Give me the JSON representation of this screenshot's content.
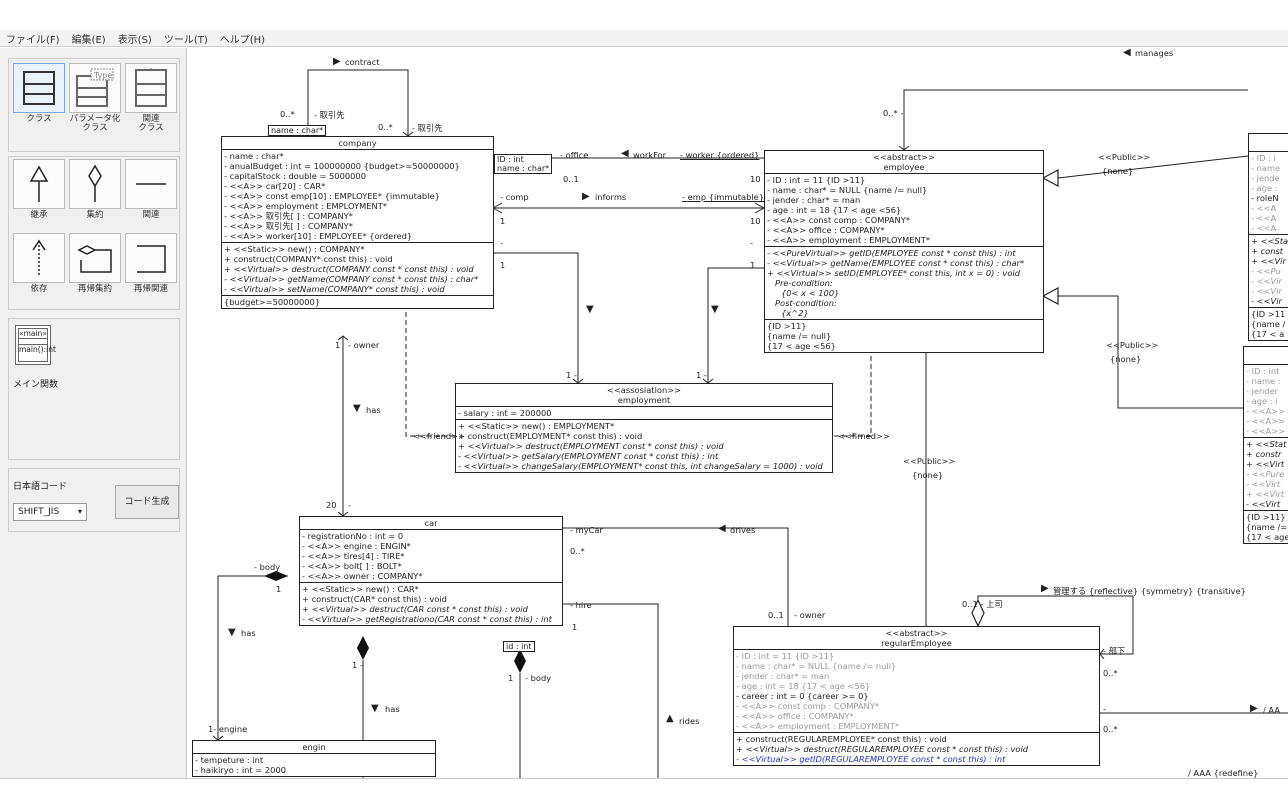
{
  "menu": [
    "ファイル(F)",
    "編集(E)",
    "表示(S)",
    "ツール(T)",
    "ヘルプ(H)"
  ],
  "palette": {
    "class_tools": [
      {
        "label": "クラス",
        "icon": "class-icon"
      },
      {
        "label": "パラメータ化\nクラス",
        "icon": "parameterized-class-icon",
        "type_tag": "Type"
      },
      {
        "label": "関連\nクラス",
        "icon": "association-class-icon"
      }
    ],
    "rel_tools": [
      {
        "label": "継承",
        "icon": "inheritance-icon"
      },
      {
        "label": "集約",
        "icon": "aggregation-icon"
      },
      {
        "label": "関連",
        "icon": "association-icon"
      },
      {
        "label": "依存",
        "icon": "dependency-icon"
      },
      {
        "label": "再帰集約",
        "icon": "recursive-aggregation-icon"
      },
      {
        "label": "再帰関連",
        "icon": "recursive-association-icon"
      }
    ],
    "main_tool": {
      "stereo": "«main»",
      "body": "main():int",
      "label": "メイン関数"
    },
    "encoding_label": "日本語コード",
    "encoding_value": "SHIFT_JIS",
    "generate_button": "コード生成"
  },
  "company": {
    "title": "company",
    "attrs": [
      "- name : char*",
      "- anualBudget : int = 100000000 {budget>=50000000}",
      "- capitalStock  : double = 5000000",
      "- <<A>> car[20] : CAR*",
      "- <<A>> const emp[10] : EMPLOYEE* {immutable}",
      "- <<A>> employment : EMPLOYMENT*",
      "- <<A>> 取引先[ ] : COMPANY*",
      "- <<A>> 取引先[ ] : COMPANY*",
      "- <<A>> worker[10] : EMPLOYEE* {ordered}"
    ],
    "ops": [
      "+ <<Static>> new() : COMPANY*",
      "+ construct(COMPANY* const this) : void",
      "+ <<Virtual>> destruct(COMPANY const * const this) : void",
      "- <<Virtual>> getName(COMPANY const * const this) : char*",
      "- <<Virtual>> setName(COMPANY* const this) : void"
    ],
    "constraint": "{budget>=50000000}",
    "qualifier": "name : char*"
  },
  "employee": {
    "stereo": "<<abstract>>",
    "title": "employee",
    "attrs": [
      "- ID : int = 11 {ID >11}",
      "- name : char* = NULL {name /= null}",
      "- jender : char* = man",
      "- age : int = 18 {17 < age <56}",
      "- <<A>> const comp : COMPANY*",
      "- <<A>> office : COMPANY*",
      "- <<A>> employment : EMPLOYMENT*"
    ],
    "ops": [
      "- <<PureVirtual>> getID(EMPLOYEE const * const this) : int",
      "- <<Virtual>> getName(EMPLOYEE const * const this) : char*",
      "+ <<Virtual>> setID(EMPLOYEE* const this, int x = 0) : void",
      "Pre-condition:",
      "{0< x < 100}",
      "Post-condition:",
      "{x^2}"
    ],
    "constraints": [
      "{ID >11}",
      "{name /= null}",
      "{17 < age <56}"
    ]
  },
  "employment": {
    "stereo": "<<assosiation>>",
    "title": "employment",
    "attrs": [
      "- salary : int = 200000"
    ],
    "ops": [
      "+ <<Static>> new() : EMPLOYMENT*",
      "+ construct(EMPLOYMENT* const this) : void",
      "+ <<Virtual>> destruct(EMPLOYMENT const * const this) : void",
      "- <<Virtual>> getSalary(EMPLOYMENT const * const this) : int",
      "- <<Virtual>> changeSalary(EMPLOYMENT* const this, int changeSalary = 1000) : void"
    ]
  },
  "car": {
    "title": "car",
    "attrs": [
      "- registrationNo : int = 0",
      "- <<A>> engine : ENGIN*",
      "- <<A>> tires[4] : TIRE*",
      "- <<A>> bolt[ ] : BOLT*",
      "- <<A>> owner : COMPANY*"
    ],
    "ops": [
      "+ <<Static>> new() : CAR*",
      "+ construct(CAR* const this) : void",
      "+ <<Virtual>> destruct(CAR const * const this) : void",
      "- <<Virtual>> getRegistrationo(CAR const * const this) : int"
    ],
    "qualifier": "id : int"
  },
  "engin": {
    "title": "engin",
    "attrs": [
      "- tempeture : int",
      "- haikiryo : int = 2000"
    ]
  },
  "regular": {
    "stereo": "<<abstract>>",
    "title": "regularEmployee",
    "attrs": [
      "- ID : int = 11 {ID >11}",
      "- name : char* = NULL {name /= null}",
      "- jender : char* = man",
      "- age : int = 18 {17 < age <56}",
      "- career : int = 0 {career >= 0}",
      "- <<A>> const comp : COMPANY*",
      "- <<A>> office : COMPANY*",
      "- <<A>> employment : EMPLOYMENT*"
    ],
    "ops": [
      "+ construct(REGULAREMPLOYEE* const this) : void",
      "+ <<Virtual>> destruct(REGULAREMPLOYEE const * const this) : void",
      "- <<Virtual>> getID(REGULAREMPLOYEE const * const this) : int"
    ]
  },
  "right_top": {
    "attrs": [
      "- ID : i",
      "- name",
      "- jende",
      "- age :",
      "- roleN",
      "- <<A",
      "- <<A",
      "- <<A"
    ],
    "ops": [
      "+ <<Sta",
      "+ const",
      "+ <<Vir",
      "- <<Pu",
      "- <<Vir",
      "- <<Vir",
      "- <<Vir"
    ],
    "constraints": [
      "{ID >11",
      "{name /",
      "{17 < a"
    ]
  },
  "right_mid": {
    "attrs": [
      "- ID : int",
      "- name :",
      "- jender",
      "- age : i",
      "- <<A>>",
      "- <<A>>",
      "- <<A>>"
    ],
    "ops": [
      "+ <<Stat",
      "+ constr",
      "+ <<Virt",
      "- <<Pure",
      "- <<Virt",
      "+ <<Virt",
      "- <<Virt"
    ],
    "constraints": [
      "{ID >11}",
      "{name /=",
      "{17 < age"
    ]
  },
  "labels": {
    "contract": "contract",
    "m_0star": "0..*",
    "torihiki1": "- 取引先",
    "torihiki2": "- 取引先",
    "office": "- office",
    "workfor": "workFor",
    "worker": "- worker {ordered}",
    "m01": "0..1",
    "m10": "10",
    "comp": "- comp",
    "informs": "informs",
    "emp": "- emp {immutable}",
    "m1": "1",
    "dash": "-",
    "owner": "- owner",
    "has": "has",
    "friend": "<<friend>>",
    "friend2": "<<firned>>",
    "m20": "20",
    "m1b": "1",
    "manages": "manages",
    "public1": "<<Public>>",
    "none1": "{none}",
    "public2": "<<Public>>",
    "none2": "{none}",
    "public3": "<<Public>>",
    "none3": "{none}",
    "mycar": "- myCar",
    "drives": "drives",
    "hire": "- hire",
    "owner2": "- owner",
    "m01b": "0..1",
    "body": "- body",
    "body2": "- body",
    "rides": "rides",
    "engine": "- engine",
    "kanri": "管理する {reflective} {symmetry} {transitive}",
    "joshi": "- 上司",
    "buka": "- 部下",
    "aaa": "/ AA",
    "aaa2": "/ AAA {redefine}",
    "m0star2": "0..*",
    "m0star3": "0..*",
    "m0star4": "0..*"
  }
}
